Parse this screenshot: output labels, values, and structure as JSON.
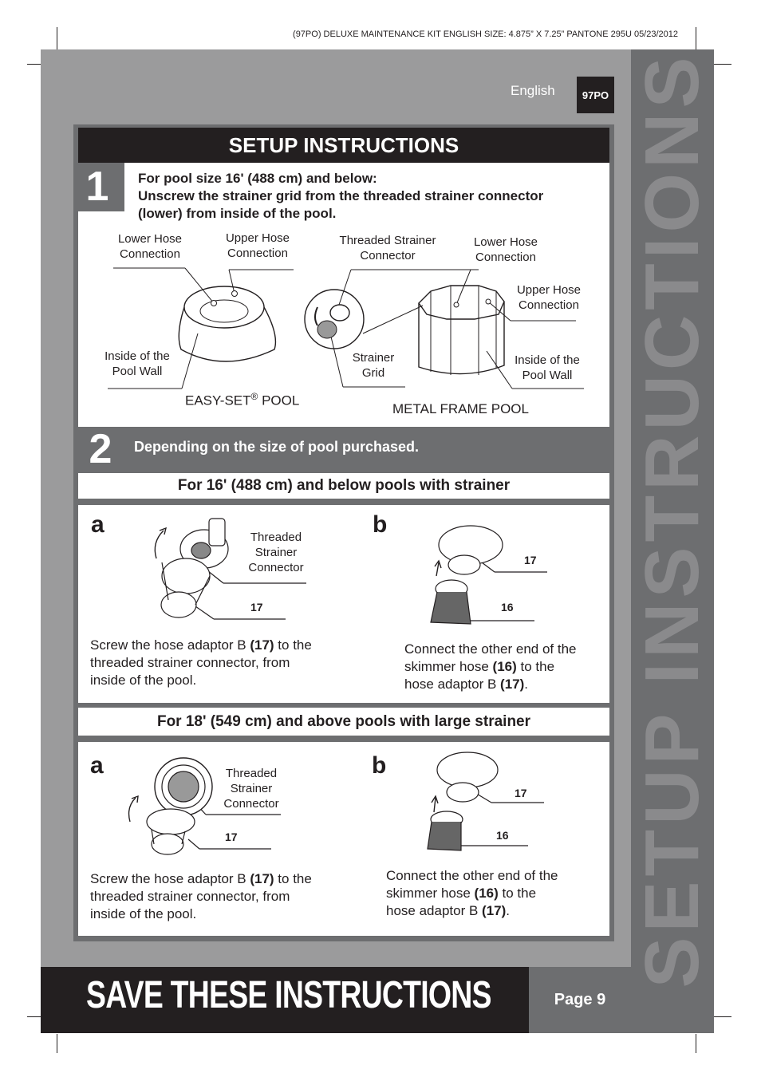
{
  "print_header": "(97PO)  DELUXE MAINTENANCE KIT  ENGLISH  SIZE: 4.875” X 7.25”  PANTONE 295U  05/23/2012",
  "language": "English",
  "model_badge": "97PO",
  "side_title": "SETUP INSTRUCTIONS",
  "section_title": "SETUP INSTRUCTIONS",
  "step1": {
    "number": "1",
    "line1": "For pool size 16' (488 cm) and below:",
    "line2": "Unscrew the strainer grid from the threaded strainer connector",
    "line3": "(lower) from inside of the pool.",
    "labels": {
      "lower_hose_left": [
        "Lower Hose",
        "Connection"
      ],
      "upper_hose_left": [
        "Upper Hose",
        "Connection"
      ],
      "threaded_strainer": [
        "Threaded Strainer",
        "Connector"
      ],
      "lower_hose_right": [
        "Lower Hose",
        "Connection"
      ],
      "upper_hose_right": [
        "Upper Hose",
        "Connection"
      ],
      "inside_wall_left": [
        "Inside of the",
        "Pool Wall"
      ],
      "strainer_grid": [
        "Strainer",
        "Grid"
      ],
      "inside_wall_right": [
        "Inside of the",
        "Pool Wall"
      ]
    },
    "easy_set_name": "EASY-SET",
    "easy_set_reg": "®",
    "easy_set_suffix": " POOL",
    "metal_frame": "METAL FRAME POOL"
  },
  "step2": {
    "number": "2",
    "text": "Depending on the size of pool purchased."
  },
  "small_pools": {
    "title": "For 16' (488 cm) and below pools with strainer",
    "a_letter": "a",
    "b_letter": "b",
    "a_label": [
      "Threaded",
      "Strainer",
      "Connector"
    ],
    "a_part": "17",
    "b_part_top": "17",
    "b_part_bottom": "16",
    "a_desc": [
      "Screw the hose adaptor B ",
      "(17)",
      " to the",
      "threaded strainer connector, from",
      "inside of the pool."
    ],
    "b_desc": [
      "Connect the other end of the",
      "skimmer hose ",
      "(16)",
      " to the",
      "hose adaptor B ",
      "(17)",
      "."
    ]
  },
  "large_pools": {
    "title": "For 18' (549 cm) and above pools with large strainer",
    "a_letter": "a",
    "b_letter": "b",
    "a_label": [
      "Threaded",
      "Strainer",
      "Connector"
    ],
    "a_part": "17",
    "b_part_top": "17",
    "b_part_bottom": "16",
    "a_desc": [
      "Screw the hose adaptor B ",
      "(17)",
      " to the",
      "threaded strainer connector, from",
      "inside of the pool."
    ],
    "b_desc": [
      "Connect the other end of the",
      "skimmer hose ",
      "(16)",
      " to the",
      "hose adaptor B ",
      "(17)",
      "."
    ]
  },
  "footer": {
    "save": "SAVE THESE INSTRUCTIONS",
    "page": "Page 9"
  }
}
